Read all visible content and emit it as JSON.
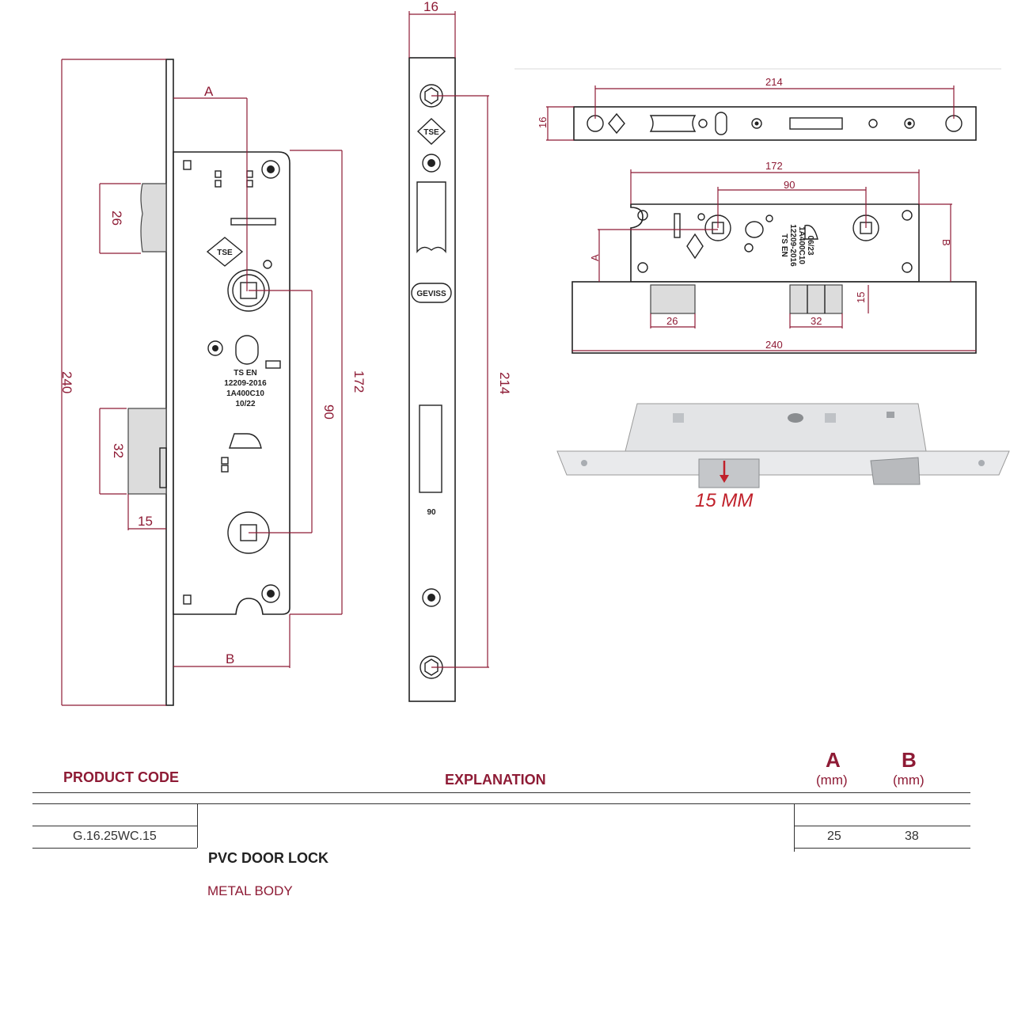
{
  "drawing": {
    "side_view": {
      "dims": {
        "overall_height": "240",
        "backset_a": "A",
        "backset_b": "B",
        "latch_height": "26",
        "deadbolt_height": "32",
        "deadbolt_throw": "15",
        "case_height": "172",
        "spindle_spacing": "90"
      },
      "stamp_lines": [
        "TS EN",
        "12209-2016",
        "1A400C10",
        "10/22"
      ],
      "logo_text": "TSE"
    },
    "faceplate_view": {
      "dims": {
        "width": "16",
        "fixing_distance": "214"
      },
      "brand": "GEVISS",
      "marking": "90"
    },
    "top_plate_view": {
      "dims": {
        "length": "214",
        "width": "16"
      }
    },
    "top_case_view": {
      "dims": {
        "case_length": "172",
        "spindle_spacing": "90",
        "a": "A",
        "b": "B",
        "latch": "26",
        "deadbolt": "32",
        "deadbolt_height": "15",
        "plate_length": "240"
      },
      "stamp_lines": [
        "TS EN",
        "12209-2016",
        "1A400C10",
        "06/23"
      ]
    },
    "photo": {
      "caption": "15 MM"
    }
  },
  "table": {
    "headers": {
      "product_code": "PRODUCT CODE",
      "explanation": "EXPLANATION",
      "a": "A",
      "b": "B",
      "a_unit": "(mm)",
      "b_unit": "(mm)"
    },
    "rows": [
      {
        "code": "G.16.25WC.15",
        "title": "PVC DOOR LOCK",
        "subtitle": "METAL BODY",
        "a": "25",
        "b": "38"
      }
    ]
  },
  "colors": {
    "accent": "#8e1b35",
    "ink": "#222222"
  }
}
